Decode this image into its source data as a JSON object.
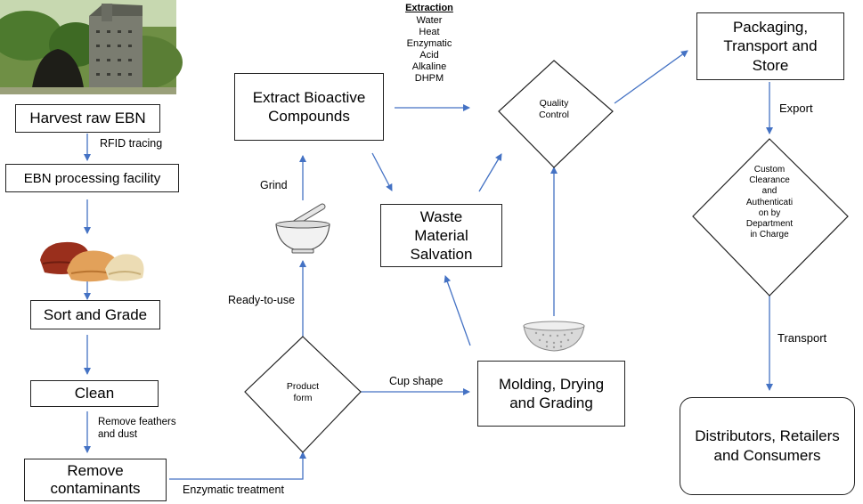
{
  "nodes": {
    "harvest": "Harvest raw EBN",
    "facility": "EBN processing facility",
    "sort": "Sort and Grade",
    "clean": "Clean",
    "remove": "Remove\ncontaminants",
    "product_form": "Product\nform",
    "extract": "Extract Bioactive\nCompounds",
    "waste": "Waste\nMaterial\nSalvation",
    "molding": "Molding, Drying\nand Grading",
    "quality": "Quality\nControl",
    "packaging": "Packaging,\nTransport and\nStore",
    "custom": "Custom\nClearance\nand\nAuthenticati\non by\nDepartment\nin Charge",
    "distributors": "Distributors, Retailers\nand Consumers"
  },
  "edge_labels": {
    "rfid": "RFID tracing",
    "remove_feathers": "Remove feathers\nand dust",
    "enzymatic_treatment": "Enzymatic treatment",
    "ready_to_use": "Ready-to-use",
    "grind": "Grind",
    "cup_shape": "Cup shape",
    "export": "Export",
    "transport": "Transport"
  },
  "extraction": {
    "title": "Extraction",
    "methods": "Water\nHeat\nEnzymatic\nAcid\nAlkaline\nDHPM"
  },
  "colors": {
    "arrow": "#4472c4",
    "border": "#222222"
  }
}
